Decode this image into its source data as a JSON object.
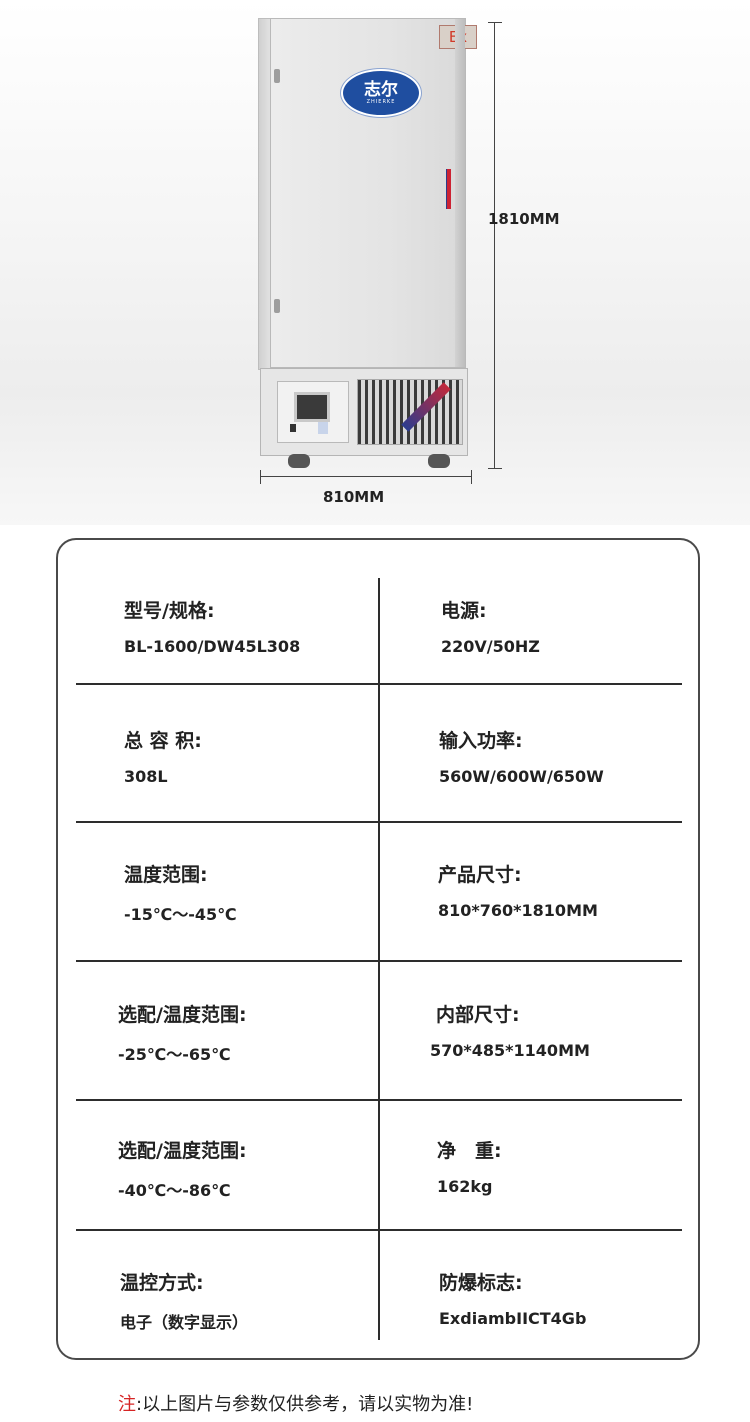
{
  "product_image": {
    "brand_cn": "志尔",
    "brand_en": "ZHIERKE",
    "ex_mark": "Ex",
    "height_dim": "1810MM",
    "width_dim": "810MM"
  },
  "specs": [
    {
      "label": "型号/规格:",
      "value": "BL-1600/DW45L308"
    },
    {
      "label": "电源:",
      "value": "220V/50HZ"
    },
    {
      "label": "总 容 积:",
      "value": "308L"
    },
    {
      "label": "输入功率:",
      "value": "560W/600W/650W"
    },
    {
      "label": "温度范围:",
      "value": "-15℃～-45℃"
    },
    {
      "label": "产品尺寸:",
      "value": "810*760*1810MM"
    },
    {
      "label": "选配/温度范围:",
      "value": "-25℃～-65℃"
    },
    {
      "label": "内部尺寸:",
      "value": "570*485*1140MM"
    },
    {
      "label": "选配/温度范围:",
      "value": "-40℃～-86℃"
    },
    {
      "label": "净　重:",
      "value": "162kg"
    },
    {
      "label": "温控方式:",
      "value": "电子（数字显示）"
    },
    {
      "label": "防爆标志:",
      "value": "ExdiambIICT4Gb"
    }
  ],
  "note": {
    "prefix": "注",
    "text": ":以上图片与参数仅供参考，请以实物为准!"
  },
  "colors": {
    "note_prefix": "#d62424",
    "logo_blue": "#1f4ea0",
    "border": "#4a4a4a"
  }
}
